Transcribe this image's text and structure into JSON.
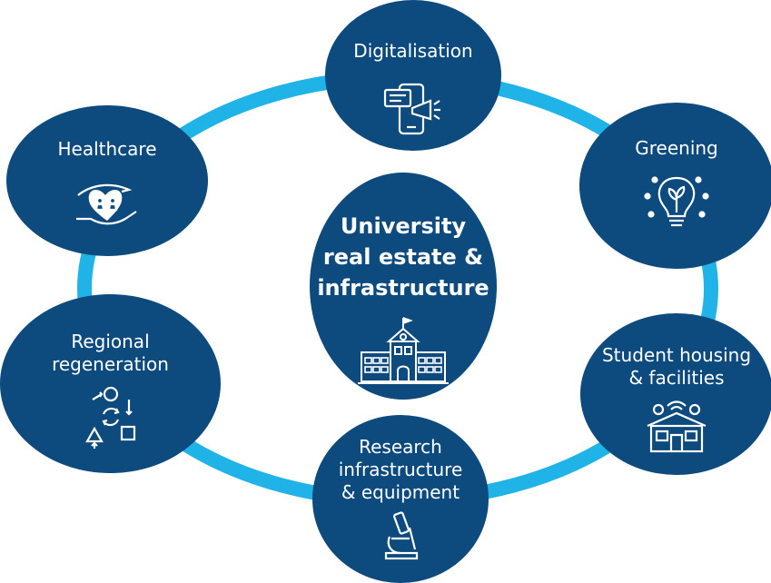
{
  "diagram": {
    "colors": {
      "node_fill": "#0d4a7e",
      "ring": "#1fb3e8",
      "text": "#ffffff"
    },
    "center": {
      "label": "University\nreal estate &\ninfrastructure",
      "icon": "university-building-icon"
    },
    "nodes": [
      {
        "id": "digitalisation",
        "label": "Digitalisation",
        "icon": "phone-megaphone-icon"
      },
      {
        "id": "greening",
        "label": "Greening",
        "icon": "lightbulb-leaf-icon"
      },
      {
        "id": "student-housing",
        "label": "Student housing\n& facilities",
        "icon": "smart-house-icon"
      },
      {
        "id": "research",
        "label": "Research\ninfrastructure\n& equipment",
        "icon": "microscope-icon"
      },
      {
        "id": "regional",
        "label": "Regional\nregeneration",
        "icon": "cycle-shapes-icon"
      },
      {
        "id": "healthcare",
        "label": "Healthcare",
        "icon": "heart-hands-icon"
      }
    ]
  }
}
